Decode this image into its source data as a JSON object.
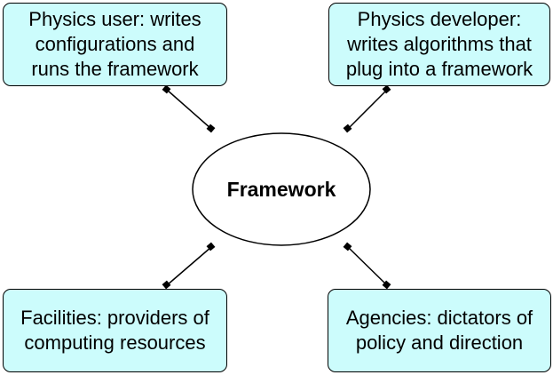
{
  "diagram": {
    "center": {
      "label": "Framework"
    },
    "nodes": [
      {
        "id": "physics-user",
        "label": "Physics user: writes\nconfigurations and\nruns the framework"
      },
      {
        "id": "physics-developer",
        "label": "Physics developer:\nwrites algorithms that\nplug into a framework"
      },
      {
        "id": "facilities",
        "label": "Facilities: providers of\ncomputing resources"
      },
      {
        "id": "agencies",
        "label": "Agencies: dictators of\npolicy and direction"
      }
    ]
  },
  "colors": {
    "box_fill": "#ccfcfc",
    "border": "#000000",
    "ellipse_fill": "#ffffff",
    "connector": "#000000"
  }
}
